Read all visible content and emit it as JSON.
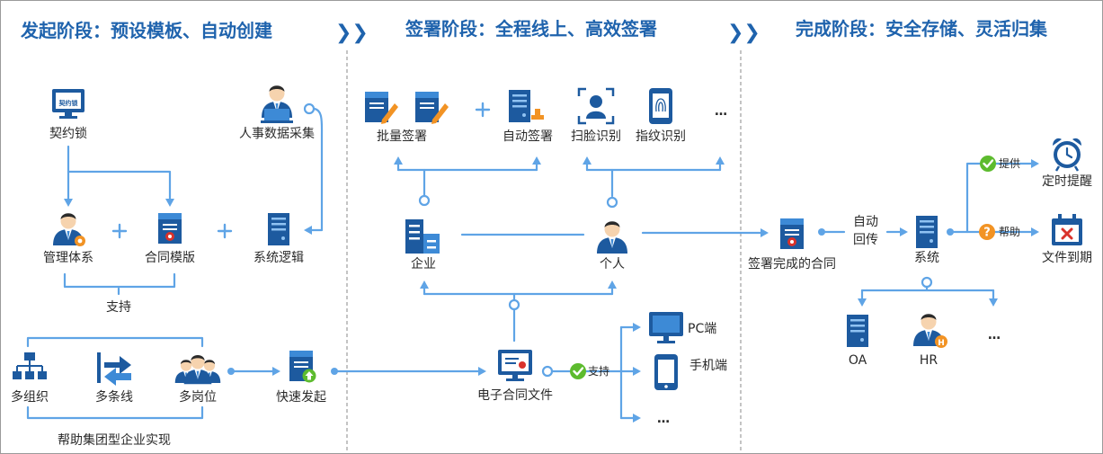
{
  "headers": {
    "phase1": "发起阶段：预设模板、自动创建",
    "phase2": "签署阶段：全程线上、高效签署",
    "phase3": "完成阶段：安全存储、灵活归集",
    "chevron": "❯❯"
  },
  "phase1": {
    "contract_lock": "契约锁",
    "logo_text": "契约锁",
    "hr_data": "人事数据采集",
    "mgmt": "管理体系",
    "template": "合同模版",
    "sys_logic": "系统逻辑",
    "support": "支持",
    "multi_org": "多组织",
    "multi_line": "多条线",
    "multi_post": "多岗位",
    "quick_start": "快速发起",
    "helper": "帮助集团型企业实现"
  },
  "phase2": {
    "batch_sign": "批量签署",
    "auto_sign": "自动签署",
    "face_scan": "扫脸识别",
    "finger": "指纹识别",
    "more": "…",
    "enterprise": "企业",
    "person": "个人",
    "econtract": "电子合同文件",
    "support": "支持",
    "pc": "PC端",
    "mobile": "手机端",
    "more2": "…"
  },
  "phase3": {
    "signed_contract": "签署完成的合同",
    "auto_return_1": "自动",
    "auto_return_2": "回传",
    "system": "系统",
    "provide": "提供",
    "help": "帮助",
    "timer": "定时提醒",
    "expire": "文件到期",
    "oa": "OA",
    "hr": "HR",
    "more": "…"
  },
  "colors": {
    "heading": "#1f63ad",
    "connector": "#5fa4e6",
    "icon_dark": "#1d5a9f",
    "icon_light": "#3d8ad6",
    "check_green": "#5dbb2e",
    "help_orange": "#f29324",
    "stamp_red": "#d9322b"
  }
}
